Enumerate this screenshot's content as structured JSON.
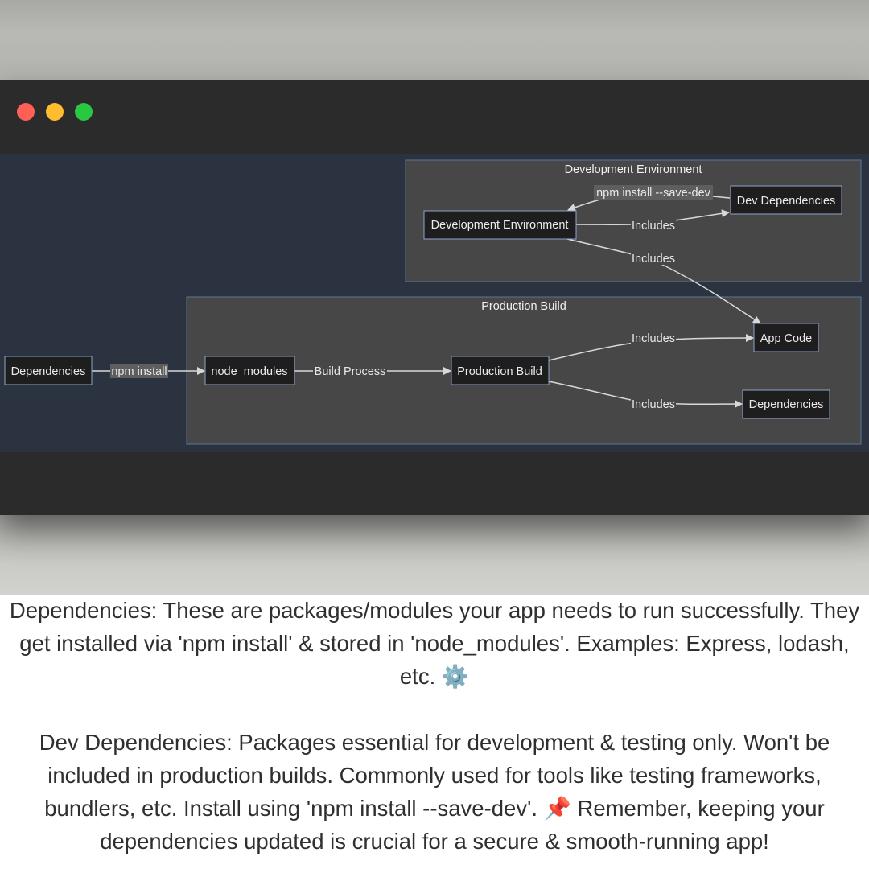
{
  "window": {
    "controls": [
      "close",
      "minimize",
      "maximize"
    ]
  },
  "diagram": {
    "clusters": {
      "dev": "Development Environment",
      "prod": "Production Build"
    },
    "nodes": {
      "deps_left": "Dependencies",
      "node_modules": "node_modules",
      "production_build": "Production Build",
      "app_code": "App Code",
      "deps_right": "Dependencies",
      "dev_env": "Development Environment",
      "dev_deps": "Dev Dependencies"
    },
    "edges": {
      "npm_install": "npm install",
      "build_process": "Build Process",
      "includes_app": "Includes",
      "includes_deps": "Includes",
      "save_dev": "npm install --save-dev",
      "includes_devdeps": "Includes",
      "includes_app_dev": "Includes"
    },
    "colors": {
      "background": "#2b3240",
      "cluster_fill": "#474747",
      "cluster_border": "#5d7698",
      "node_fill": "#1e1e1e",
      "node_border": "#8fa6c9",
      "text": "#e8e8e8",
      "edge": "#d8d8d8"
    }
  },
  "caption": {
    "paragraph1": "Dependencies: These are packages/modules your app needs to run successfully. They get installed via 'npm install' & stored in 'node_modules'. Examples: Express, lodash, etc. ⚙️",
    "paragraph2": "Dev Dependencies: Packages essential for development & testing only. Won't be included in production builds. Commonly used for tools like testing frameworks, bundlers, etc. Install using 'npm install --save-dev'. 📌 Remember, keeping your dependencies updated is crucial for a secure & smooth-running app!"
  }
}
